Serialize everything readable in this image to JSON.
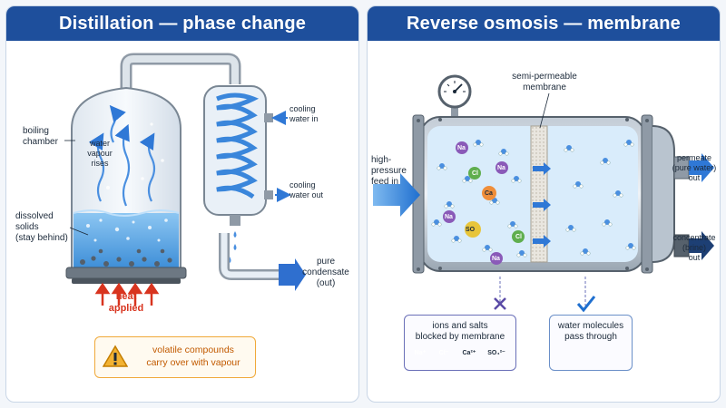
{
  "distillation": {
    "title": "Distillation — phase change",
    "boiling_chamber": "boiling\nchamber",
    "water_vapour": "water\nvapour\nrises",
    "dissolved_solids": "dissolved\nsolids\n(stay behind)",
    "heat_applied": "heat\napplied",
    "cooling_in": "cooling\nwater in",
    "cooling_out": "cooling\nwater out",
    "pure_condensate": "pure\ncondensate\n(out)",
    "warning": "volatile compounds\ncarry over with vapour",
    "warning_icon": "warning-triangle-icon"
  },
  "reverse_osmosis": {
    "title": "Reverse osmosis — membrane",
    "membrane_label": "semi-permeable\nmembrane",
    "feed_label": "high-pressure\nfeed in",
    "permeate_label": "permeate\n(pure water)\nout",
    "concentrate_label": "concentrate\n(brine)\nout",
    "blocked_label": "ions and salts\nblocked by membrane",
    "pass_label": "water molecules\npass through",
    "blocked_icon": "cross-icon",
    "pass_icon": "checkmark-icon",
    "ions": {
      "na": "Na⁺",
      "cl": "Cl⁻",
      "ca": "Ca²⁺",
      "so4": "SO₄²⁻"
    }
  },
  "colors": {
    "header": "#1e4f9c",
    "water": "#5aa6e6",
    "arrow_blue": "#1f6fcf",
    "heat_red": "#d8341f",
    "warning_orange": "#f0a93a",
    "na_purple": "#8a5ab8",
    "cl_green": "#5fae4e",
    "ca_orange": "#ef8e3a",
    "so4_yellow": "#e8c53a"
  }
}
